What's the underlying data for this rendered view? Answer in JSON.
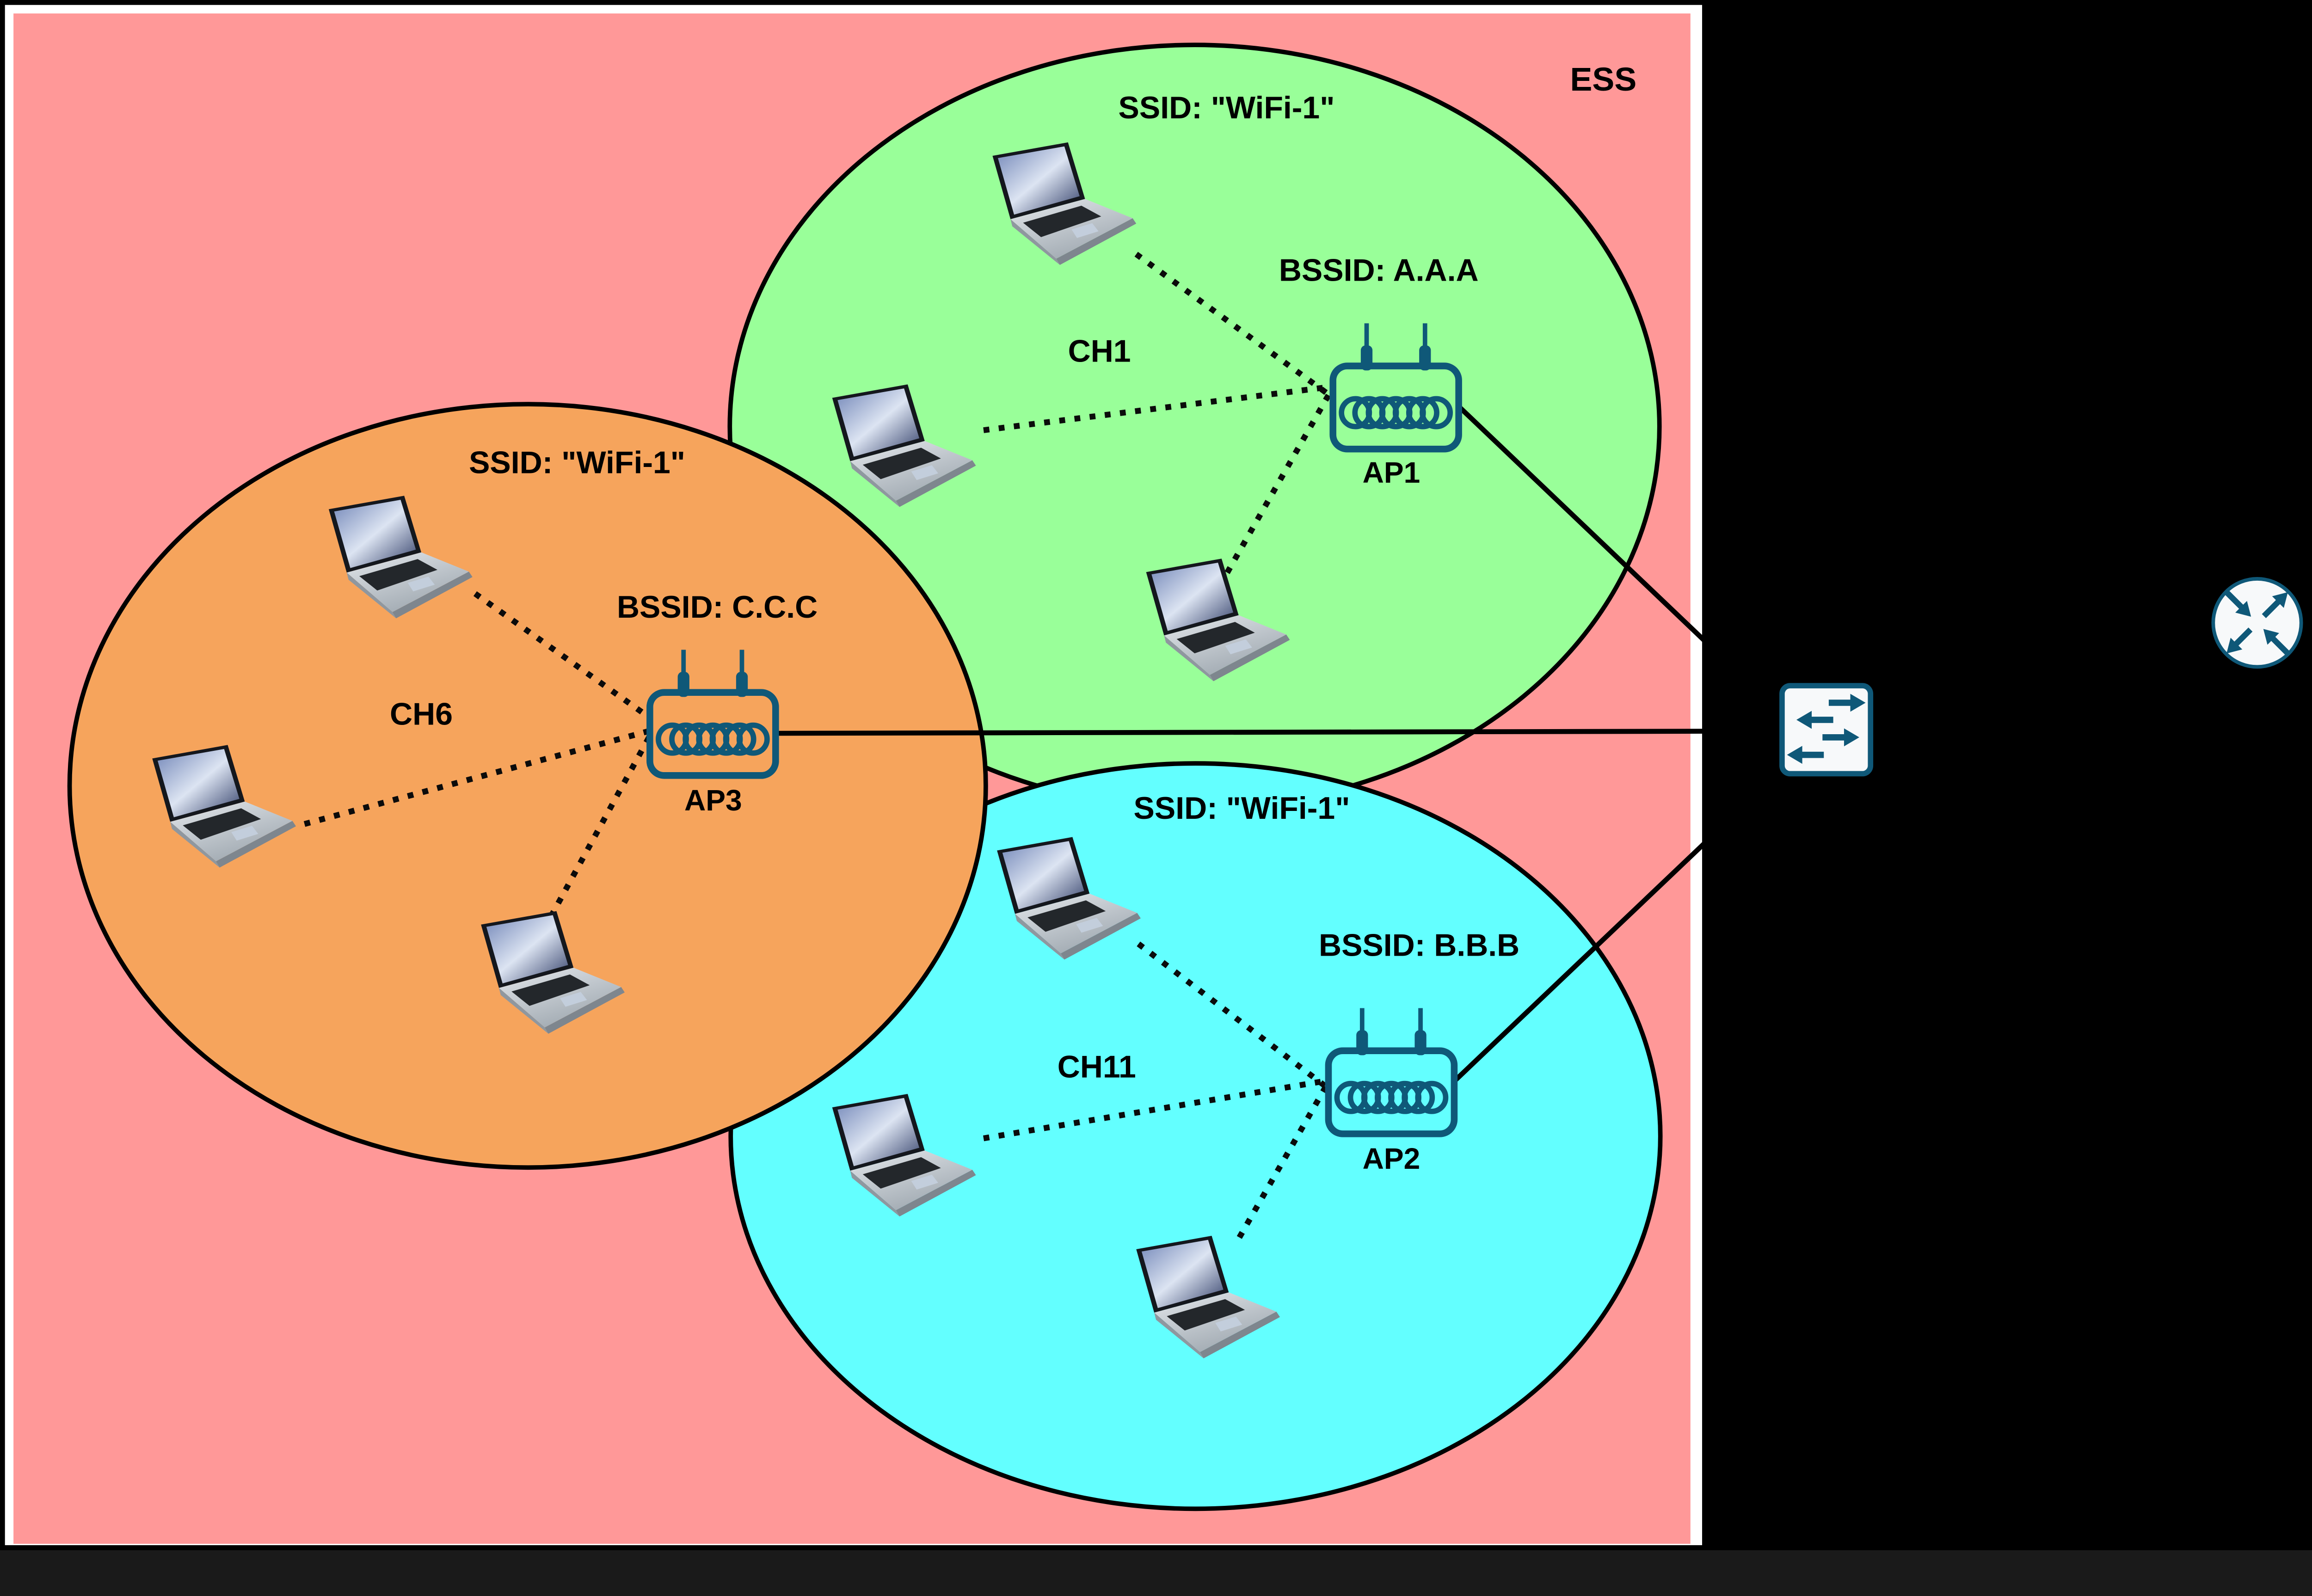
{
  "canvas": {
    "background": "#FFFFFF",
    "right_panel_background": "#000000",
    "frame_color": "#000000"
  },
  "ess": {
    "label": "ESS",
    "fill": "#FF9898"
  },
  "bss": [
    {
      "id": "bss-ap1",
      "ssid": "SSID: \"WiFi-1\"",
      "bssid": "BSSID: A.A.A",
      "channel": "CH1",
      "ap_label": "AP1",
      "fill": "#99FF99",
      "stations_visible": 3
    },
    {
      "id": "bss-ap2",
      "ssid": "SSID: \"WiFi-1\"",
      "bssid": "BSSID: B.B.B",
      "channel": "CH11",
      "ap_label": "AP2",
      "fill": "#63FFFF",
      "stations_visible": 3
    },
    {
      "id": "bss-ap3",
      "ssid": "SSID: \"WiFi-1\"",
      "bssid": "BSSID: C.C.C",
      "channel": "CH6",
      "ap_label": "AP3",
      "fill": "#F6A45C",
      "stations_visible": 3
    }
  ],
  "devices": {
    "accent_color": "#0F5878",
    "laptop_count": 9,
    "switch_icon": "workgroup-switch",
    "router_icon": "router"
  }
}
